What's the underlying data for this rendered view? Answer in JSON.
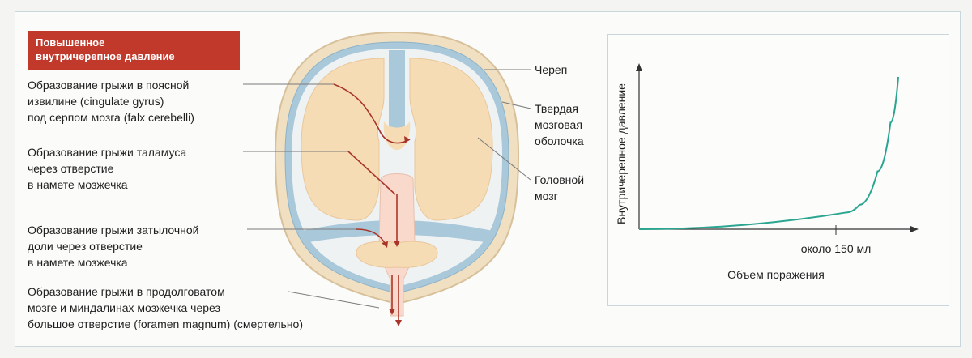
{
  "title": [
    "Повышенное",
    "внутричерепное давление"
  ],
  "left_labels": {
    "cingulate": [
      "Образование грыжи в поясной",
      "извилине (cingulate gyrus)",
      "под серпом мозга (falx cerebelli)"
    ],
    "thalamus": [
      "Образование грыжи таламуса",
      "через отверстие",
      "в намете мозжечка"
    ],
    "occipital": [
      "Образование грыжи затылочной",
      "доли через отверстие",
      "в намете мозжечка"
    ],
    "medulla": [
      "Образование грыжи в продолговатом",
      "мозге и миндалинах мозжечка через",
      "большое отверстие (foramen magnum) (смертельно)"
    ]
  },
  "right_labels": {
    "skull": "Череп",
    "dura": [
      "Твердая",
      "мозговая",
      "оболочка"
    ],
    "brain": [
      "Головной",
      "мозг"
    ]
  },
  "graph": {
    "ylabel": "Внутричерепное давление",
    "xlabel": "Объем поражения",
    "x_tick": "около 150 мл"
  },
  "chart_data": {
    "type": "line",
    "title": "",
    "xlabel": "Объем поражения",
    "ylabel": "Внутричерепное давление",
    "x_tick_labels": [
      "около 150 мл"
    ],
    "series": [
      {
        "values": [
          [
            0,
            0.0
          ],
          [
            0.8,
            0.11
          ],
          [
            0.85,
            0.16
          ],
          [
            0.92,
            0.38
          ],
          [
            0.97,
            0.7
          ],
          [
            1.0,
            1.0
          ]
        ]
      }
    ]
  },
  "colors": {
    "accent": "#c0392b",
    "skull": "#f0dfc0",
    "dura": "#a9c8da",
    "brain": "#f6dcb5",
    "curve": "#2aa58f"
  }
}
